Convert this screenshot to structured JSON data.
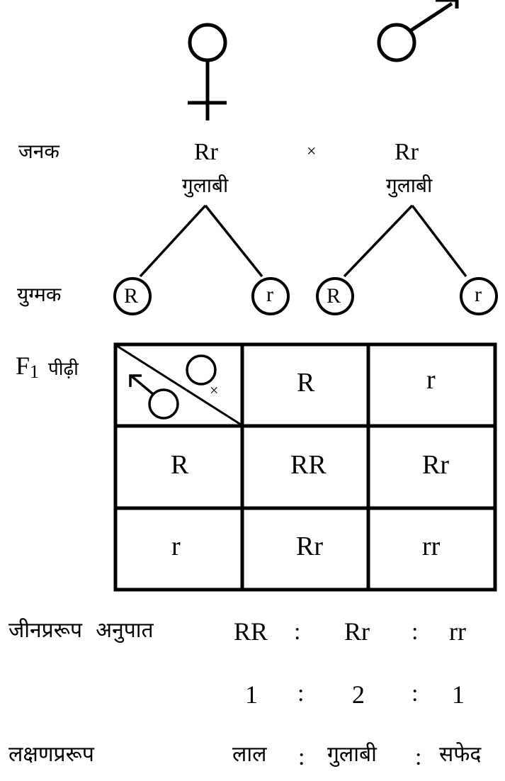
{
  "parents": {
    "label": "जनक",
    "cross_symbol": "×",
    "female": {
      "genotype": "Rr",
      "phenotype": "गुलाबी",
      "symbol_icon": "female-symbol-icon"
    },
    "male": {
      "genotype": "Rr",
      "phenotype": "गुलाबी",
      "symbol_icon": "male-symbol-icon"
    }
  },
  "gametes": {
    "label": "युग्मक",
    "female": [
      "R",
      "r"
    ],
    "male": [
      "R",
      "r"
    ]
  },
  "f1": {
    "label_main": "F",
    "label_sub": "1",
    "label_text": "पीढ़ी",
    "corner_cross": "×",
    "column_headers": [
      "R",
      "r"
    ],
    "row_headers": [
      "R",
      "r"
    ],
    "cells": [
      [
        "RR",
        "Rr"
      ],
      [
        "Rr",
        "rr"
      ]
    ]
  },
  "ratios": {
    "genotype_label": "जीनप्ररूप  अनुपात",
    "genotypes": [
      "RR",
      "Rr",
      "rr"
    ],
    "genotype_values": [
      "1",
      "2",
      "1"
    ],
    "separator": ":",
    "phenotype_label": "लक्षणप्ररूप",
    "phenotypes": [
      "लाल",
      "गुलाबी",
      "सफेद"
    ]
  }
}
